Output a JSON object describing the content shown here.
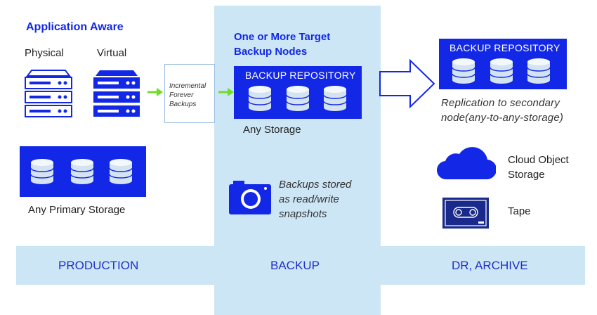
{
  "production": {
    "title": "Application Aware",
    "physical_label": "Physical",
    "virtual_label": "Virtual",
    "primary_storage_label": "Any Primary Storage",
    "band_label": "PRODUCTION"
  },
  "transfer": {
    "note_line1": "Incremental",
    "note_line2": "Forever",
    "note_line3": "Backups"
  },
  "backup": {
    "title_line1": "One or More Target",
    "title_line2": "Backup Nodes",
    "repo_title": "BACKUP REPOSITORY",
    "storage_label": "Any Storage",
    "snapshot_line1": "Backups stored",
    "snapshot_line2": "as read/write",
    "snapshot_line3": "snapshots",
    "band_label": "BACKUP"
  },
  "dr": {
    "repo_title": "BACKUP REPOSITORY",
    "replication_line1": "Replication to secondary",
    "replication_line2": "node(any-to-any-storage)",
    "cloud_line1": "Cloud Object",
    "cloud_line2": "Storage",
    "tape_label": "Tape",
    "band_label": "DR, ARCHIVE"
  },
  "icons": {
    "server": "server-icon",
    "database": "database-icon",
    "camera": "camera-icon",
    "cloud": "cloud-icon",
    "tape": "tape-icon",
    "arrow": "arrow-right-icon"
  },
  "colors": {
    "accent_blue": "#1228e6",
    "light_blue": "#cde6f6",
    "arrow_green": "#6fdc2a",
    "navy": "#1a2a8c"
  }
}
